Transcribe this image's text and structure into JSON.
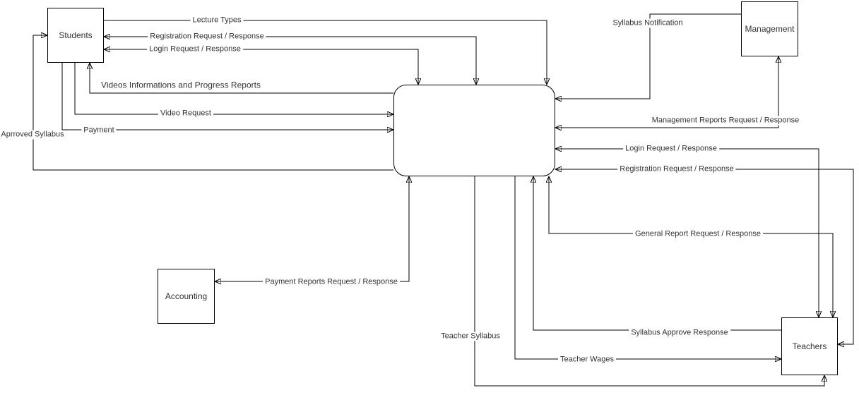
{
  "canvas": {
    "background_color": "#ffffff",
    "line_color": "#000000",
    "text_color": "#333333",
    "diagram_type": "data-flow-diagram"
  },
  "nodes": {
    "students": {
      "label": "Students",
      "shape": "rectangle"
    },
    "management": {
      "label": "Management",
      "shape": "rectangle"
    },
    "process": {
      "label": "",
      "shape": "rounded-rectangle"
    },
    "accounting": {
      "label": "Accounting",
      "shape": "rectangle"
    },
    "teachers": {
      "label": "Teachers",
      "shape": "rectangle"
    }
  },
  "edges": {
    "lecture_types": {
      "label": "Lecture Types",
      "from": "Students",
      "to": "Process",
      "bidirectional": false
    },
    "registration_students": {
      "label": "Registration Request / Response",
      "from": "Students",
      "to": "Process",
      "bidirectional": true
    },
    "login_students": {
      "label": "Login Request / Response",
      "from": "Students",
      "to": "Process",
      "bidirectional": true
    },
    "videos_info": {
      "label": "Videos Informations and Progress Reports",
      "from": "Process",
      "to": "Students",
      "bidirectional": false
    },
    "video_request": {
      "label": "Video Request",
      "from": "Students",
      "to": "Process",
      "bidirectional": false
    },
    "payment": {
      "label": "Payment",
      "from": "Students",
      "to": "Process",
      "bidirectional": false
    },
    "approved_syllabus": {
      "label": "Aprroved Syllabus",
      "from": "Process",
      "to": "Students",
      "bidirectional": false
    },
    "syllabus_notification": {
      "label": "Syllabus Notification",
      "from": "Management",
      "to": "Process",
      "bidirectional": false
    },
    "management_reports": {
      "label": "Management Reports Request / Response",
      "from": "Process",
      "to": "Management",
      "bidirectional": true
    },
    "login_teachers": {
      "label": "Login Request / Response",
      "from": "Teachers",
      "to": "Process",
      "bidirectional": true
    },
    "registration_teachers": {
      "label": "Registration Request / Response",
      "from": "Teachers",
      "to": "Process",
      "bidirectional": true
    },
    "general_report": {
      "label": "General Report Request / Response",
      "from": "Teachers",
      "to": "Process",
      "bidirectional": true
    },
    "payment_reports": {
      "label": "Payment Reports Request / Response",
      "from": "Process",
      "to": "Accounting",
      "bidirectional": true
    },
    "teacher_syllabus": {
      "label": "Teacher Syllabus",
      "from": "Process",
      "to": "Teachers",
      "bidirectional": false
    },
    "teacher_wages": {
      "label": "Teacher Wages",
      "from": "Process",
      "to": "Teachers",
      "bidirectional": false
    },
    "syllabus_approve": {
      "label": "Syllabus Approve Response",
      "from": "Teachers",
      "to": "Process",
      "bidirectional": false
    }
  }
}
